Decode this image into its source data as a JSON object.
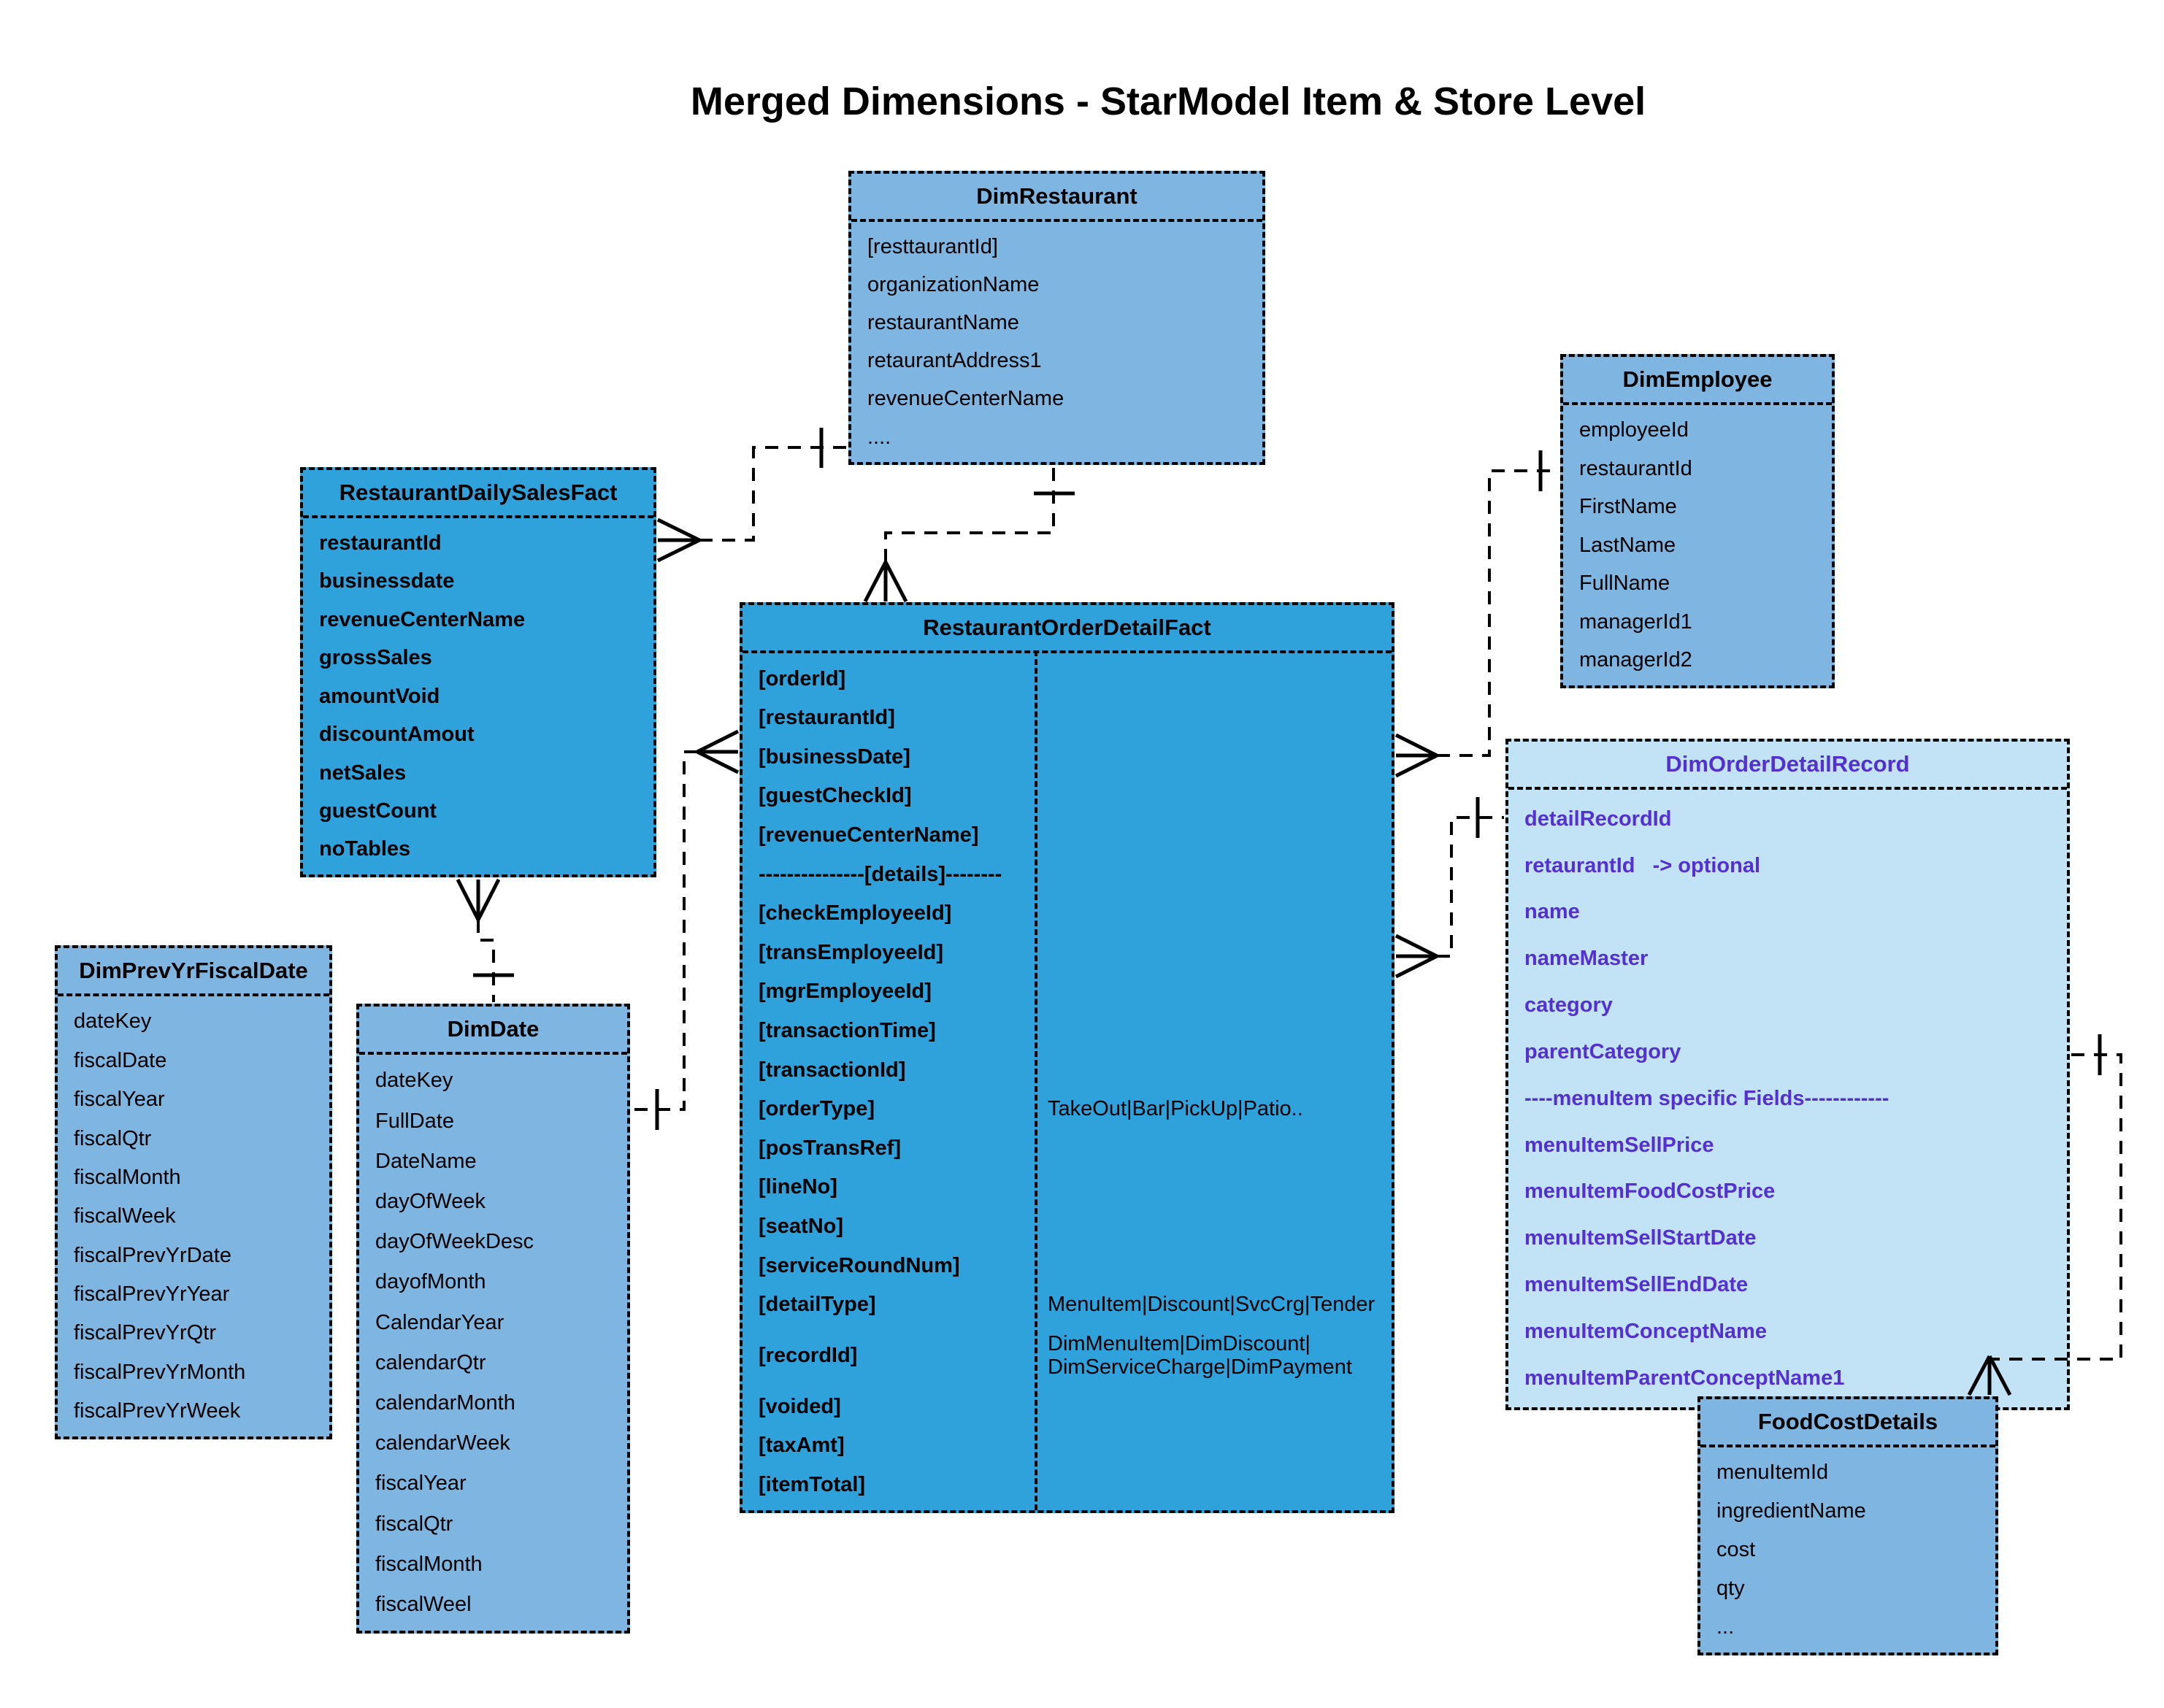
{
  "title": "Merged Dimensions  - StarModel Item & Store Level",
  "colors": {
    "fact_fill": "#2FA1DB",
    "dimension_fill": "#7FB5E1",
    "merged_dimension_fill": "#C2E2F5",
    "merged_dimension_text": "#5430D0",
    "line": "#000000",
    "text": "#000000",
    "background": "#FFFFFF"
  },
  "entities": [
    {
      "key": "DimRestaurant",
      "title": "DimRestaurant",
      "style": "dim",
      "fields": [
        "[resttaurantId]",
        "organizationName",
        "restaurantName",
        "retaurantAddress1",
        "revenueCenterName",
        "...."
      ]
    },
    {
      "key": "RestaurantDailySalesFact",
      "title": "RestaurantDailySalesFact",
      "style": "fact",
      "fields": [
        "restaurantId",
        "businessdate",
        "revenueCenterName",
        "grossSales",
        "amountVoid",
        "discountAmout",
        "netSales",
        "guestCount",
        "noTables"
      ]
    },
    {
      "key": "DimEmployee",
      "title": "DimEmployee",
      "style": "dim",
      "fields": [
        "employeeId",
        "restaurantId",
        "FirstName",
        "LastName",
        "FullName",
        "managerId1",
        "managerId2"
      ]
    },
    {
      "key": "RestaurantOrderDetailFact",
      "title": "RestaurantOrderDetailFact",
      "style": "fact",
      "rows": [
        [
          "[orderId]",
          ""
        ],
        [
          "[restaurantId]",
          ""
        ],
        [
          "[businessDate]",
          ""
        ],
        [
          "[guestCheckId]",
          ""
        ],
        [
          "[revenueCenterName]",
          ""
        ],
        [
          "---------------[details]--------",
          ""
        ],
        [
          "[checkEmployeeId]",
          ""
        ],
        [
          "[transEmployeeId]",
          ""
        ],
        [
          "[mgrEmployeeId]",
          ""
        ],
        [
          "[transactionTime]",
          ""
        ],
        [
          "[transactionId]",
          ""
        ],
        [
          "[orderType]",
          "TakeOut|Bar|PickUp|Patio.."
        ],
        [
          "[posTransRef]",
          ""
        ],
        [
          "[lineNo]",
          ""
        ],
        [
          "[seatNo]",
          ""
        ],
        [
          "[serviceRoundNum]",
          ""
        ],
        [
          "[detailType]",
          "MenuItem|Discount|SvcCrg|Tender"
        ],
        [
          "[recordId]",
          "DimMenuItem|DimDiscount|\nDimServiceCharge|DimPayment"
        ],
        [
          "[voided]",
          ""
        ],
        [
          "[taxAmt]",
          ""
        ],
        [
          "[itemTotal]",
          ""
        ]
      ]
    },
    {
      "key": "DimOrderDetailRecord",
      "title": "DimOrderDetailRecord",
      "style": "light",
      "fields": [
        "detailRecordId",
        "retaurantId   -> optional",
        "name",
        "nameMaster",
        "category",
        "parentCategory",
        "----menuItem specific Fields------------",
        "menuItemSellPrice",
        "menuItemFoodCostPrice",
        "menuItemSellStartDate",
        "menuItemSellEndDate",
        "menuItemConceptName",
        "menuItemParentConceptName1"
      ]
    },
    {
      "key": "DimPrevYrFiscalDate",
      "title": "DimPrevYrFiscalDate",
      "style": "dim",
      "fields": [
        "dateKey",
        "fiscalDate",
        "fiscalYear",
        "fiscalQtr",
        "fiscalMonth",
        "fiscalWeek",
        "fiscalPrevYrDate",
        "fiscalPrevYrYear",
        "fiscalPrevYrQtr",
        "fiscalPrevYrMonth",
        "fiscalPrevYrWeek"
      ]
    },
    {
      "key": "DimDate",
      "title": "DimDate",
      "style": "dim",
      "fields": [
        "dateKey",
        "FullDate",
        "DateName",
        "dayOfWeek",
        "dayOfWeekDesc",
        "dayofMonth",
        "CalendarYear",
        "calendarQtr",
        "calendarMonth",
        "calendarWeek",
        "fiscalYear",
        "fiscalQtr",
        "fiscalMonth",
        "fiscalWeel"
      ]
    },
    {
      "key": "FoodCostDetails",
      "title": "FoodCostDetails",
      "style": "dim",
      "fields": [
        "menuItemId",
        "ingredientName",
        "cost",
        "qty",
        "..."
      ]
    }
  ],
  "connectors": [
    {
      "name": "salesfact-to-dimrestaurant",
      "many_end": "RestaurantDailySalesFact",
      "one_end": "DimRestaurant"
    },
    {
      "name": "orderfact-to-dimrestaurant",
      "many_end": "RestaurantOrderDetailFact",
      "one_end": "DimRestaurant"
    },
    {
      "name": "orderfact-to-dimemployee",
      "many_end": "RestaurantOrderDetailFact",
      "one_end": "DimEmployee"
    },
    {
      "name": "orderfact-to-dimorderdetailrecord",
      "many_end": "RestaurantOrderDetailFact",
      "one_end": "DimOrderDetailRecord"
    },
    {
      "name": "salesfact-to-dimdate",
      "many_end": "RestaurantDailySalesFact",
      "one_end": "DimDate"
    },
    {
      "name": "orderfact-to-dimdate",
      "many_end": "RestaurantOrderDetailFact",
      "one_end": "DimDate"
    },
    {
      "name": "foodcostdetails-to-dimorderdetailrecord",
      "many_end": "FoodCostDetails",
      "one_end": "DimOrderDetailRecord"
    }
  ]
}
